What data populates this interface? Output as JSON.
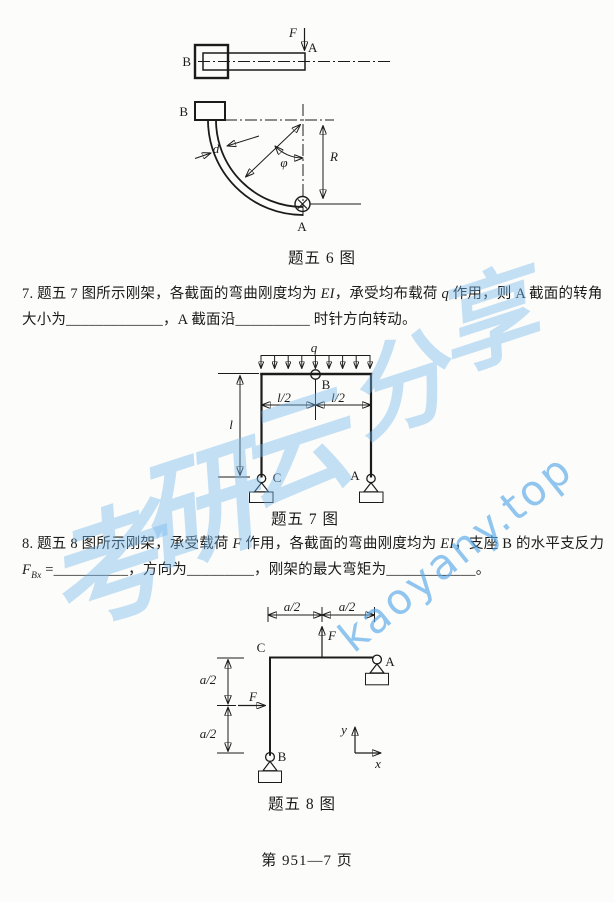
{
  "colors": {
    "watermark_blue": "#74b7ec",
    "ink": "#1b1b1b",
    "paper": "#fcfcfa"
  },
  "watermark": {
    "char1": "考",
    "char2": "研",
    "char3": "云",
    "char4": "分",
    "char5": "享",
    "url": "kaoyany.top"
  },
  "fig6": {
    "caption": "题五 6 图",
    "top": {
      "F": "F",
      "A": "A",
      "B": "B"
    },
    "side": {
      "B": "B",
      "d": "d",
      "phi": "φ",
      "R": "R",
      "A": "A"
    }
  },
  "q7": {
    "line1": {
      "a": "7. 题五 7 图所示刚架，各截面的弯曲刚度均为 ",
      "b": "EI",
      "c": "，承受均布载荷 ",
      "d": "q",
      "e": " 作用，则 A 截面的转角"
    },
    "line2": "大小为_____________，A 截面沿__________ 时针方向转动。"
  },
  "fig7": {
    "caption": "题五 7 图",
    "labels": {
      "q": "q",
      "B": "B",
      "C": "C",
      "A": "A",
      "l": "l",
      "l2l": "l/2",
      "l2r": "l/2"
    }
  },
  "q8": {
    "line1": {
      "a": "8. 题五 8 图所示刚架，承受载荷 ",
      "b": "F",
      "c": " 作用，各截面的弯曲刚度均为 ",
      "d": "EI",
      "e": "，支座 B 的水平支反力"
    },
    "line2": {
      "f": "F",
      "sub": "Bx",
      "rest": " =__________，方向为_________，刚架的最大弯矩为____________。"
    }
  },
  "fig8": {
    "caption": "题五 8 图",
    "labels": {
      "a2tl": "a/2",
      "a2tr": "a/2",
      "Fup": "F",
      "C": "C",
      "A": "A",
      "B": "B",
      "Fside": "F",
      "a2lt": "a/2",
      "a2lb": "a/2",
      "x": "x",
      "y": "y"
    }
  },
  "footer": "第 951—7 页"
}
